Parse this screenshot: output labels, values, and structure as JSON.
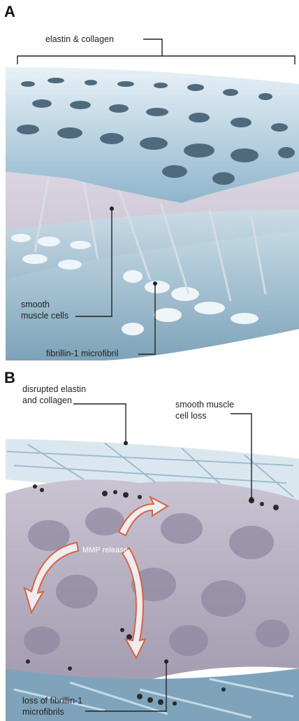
{
  "panel_a": {
    "label": "A",
    "elastin_collagen": "elastin & collagen",
    "smooth_muscle_line1": "smooth",
    "smooth_muscle_line2": "muscle cells",
    "fibrillin": "fibrillin-1 microfibril"
  },
  "panel_b": {
    "label": "B",
    "disrupted_line1": "disrupted elastin",
    "disrupted_line2": "and collagen",
    "sm_loss_line1": "smooth muscle",
    "sm_loss_line2": "cell loss",
    "mmp": "MMP release",
    "loss_fib_line1": "loss of fibrillin-1",
    "loss_fib_line2": "microfibrils"
  },
  "colors": {
    "tissue_blue": "#9fc3d8",
    "tissue_light": "#dcebf3",
    "muscle_purple": "#b8b0c4",
    "arrow_red": "#d9603a",
    "debris": "#2a2a2a"
  }
}
